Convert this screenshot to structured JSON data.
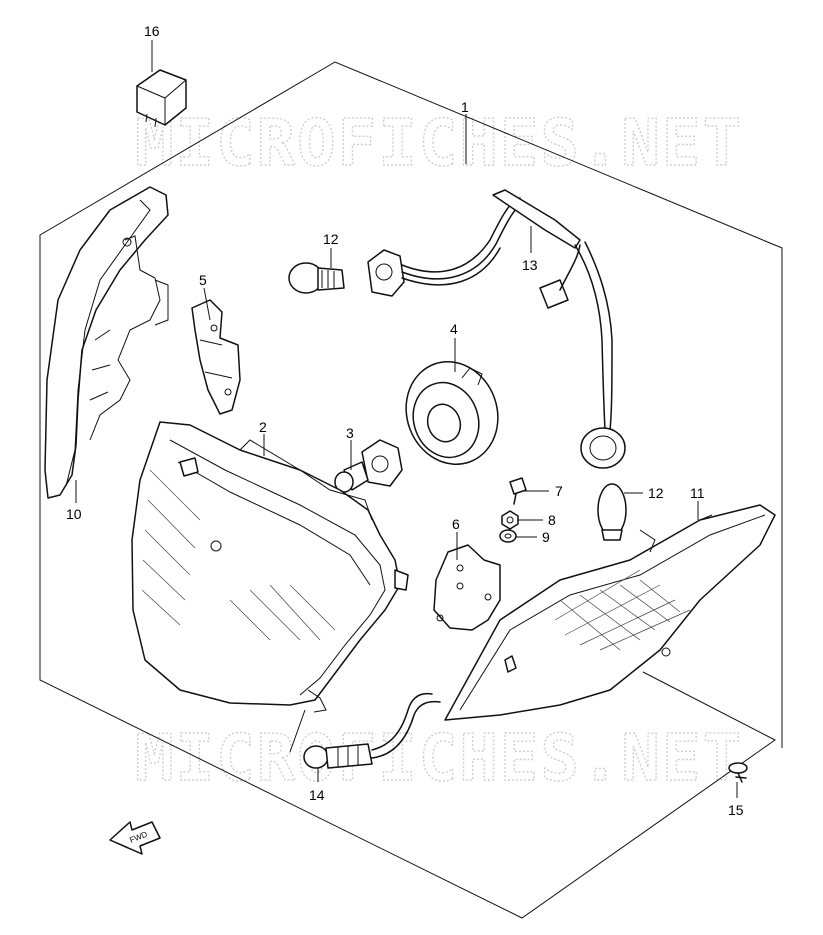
{
  "watermark": "MICROFICHES.NET",
  "fwd_label": "FWD",
  "callouts": [
    "1",
    "2",
    "3",
    "4",
    "5",
    "6",
    "7",
    "8",
    "9",
    "10",
    "11",
    "12",
    "12",
    "13",
    "14",
    "15",
    "16"
  ]
}
